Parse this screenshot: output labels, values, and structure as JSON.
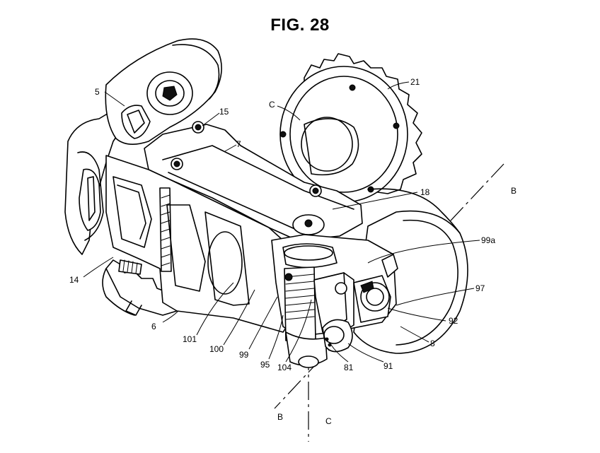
{
  "figure": {
    "title": "FIG. 28",
    "labels": {
      "l5": "5",
      "l15": "15",
      "l7": "7",
      "lC_top": "C",
      "l21": "21",
      "lB_right": "B",
      "l18": "18",
      "l99a": "99a",
      "l97": "97",
      "l92": "92",
      "l8": "8",
      "l91": "91",
      "l81": "81",
      "l104": "104",
      "l95": "95",
      "l99": "99",
      "l100": "100",
      "l101": "101",
      "l6": "6",
      "l14": "14",
      "lB_bottom": "B",
      "lC_bottom": "C"
    }
  }
}
